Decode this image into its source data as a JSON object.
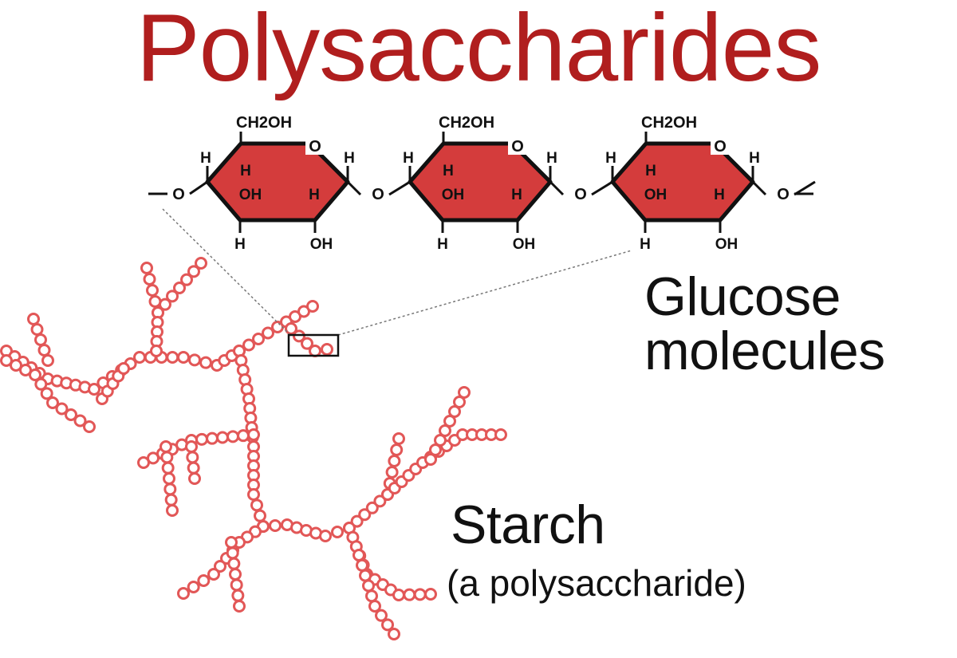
{
  "title": "Polysaccharides",
  "colors": {
    "title": "#b01e1e",
    "ring_fill": "#d43c3c",
    "bead_stroke": "#e25757",
    "bond": "#111111"
  },
  "molecule": {
    "labels": {
      "ch2oh": "CH2OH",
      "ring_o": "O",
      "h": "H",
      "oh": "OH",
      "bridge_o": "O"
    },
    "unit_count": 3
  },
  "labels": {
    "glucose_line1": "Glucose",
    "glucose_line2": "molecules",
    "starch": "Starch",
    "starch_sub": "(a polysaccharide)"
  }
}
